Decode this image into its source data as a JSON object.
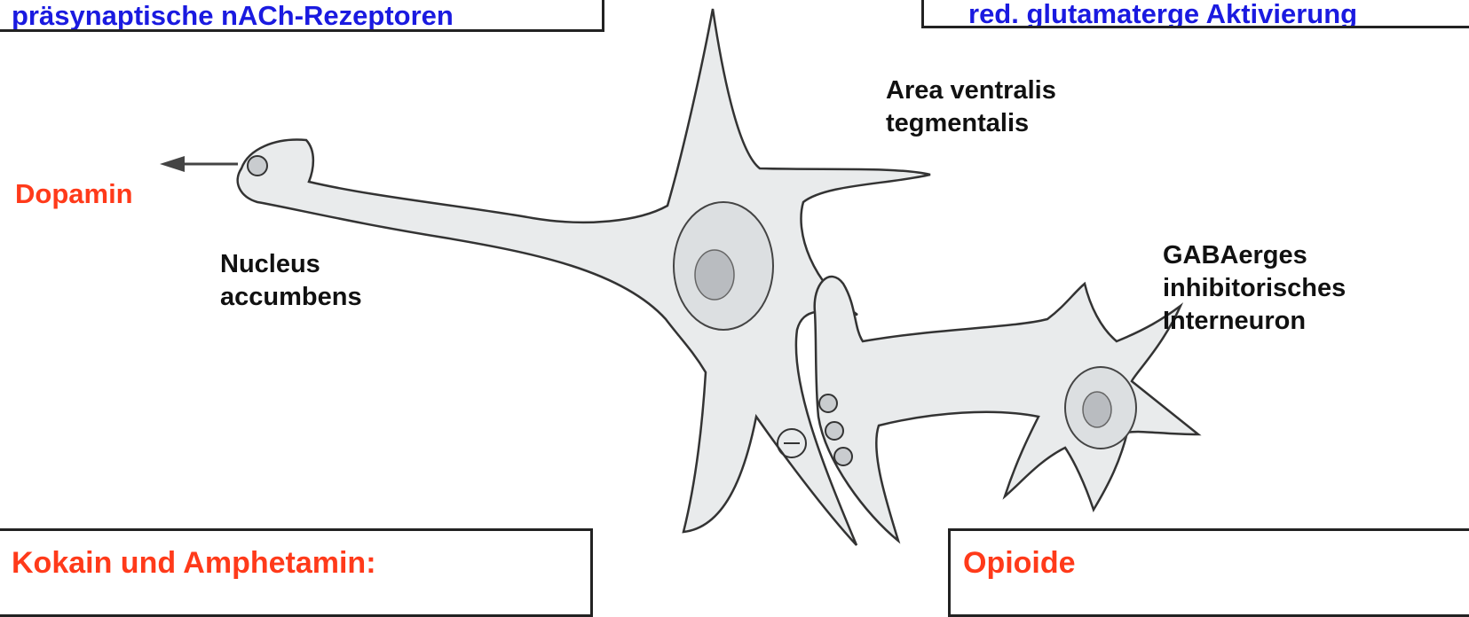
{
  "boxes": {
    "top_left": "präsynaptische nACh-Rezeptoren",
    "top_right": "red. glutamaterge Aktivierung",
    "bottom_left": "Kokain und Amphetamin:",
    "bottom_right": "Opioide"
  },
  "labels": {
    "dopamin": "Dopamin",
    "nucleus_line1": "Nucleus",
    "nucleus_line2": "accumbens",
    "area_line1": "Area ventralis",
    "area_line2": "tegmentalis",
    "gaba_line1": "GABAerges",
    "gaba_line2": "inhibitorisches",
    "gaba_line3": "Interneuron",
    "inhibition_sign": "⊖"
  },
  "colors": {
    "box_text_top": "#1a1ae0",
    "box_text_bottom": "#ff3a1a",
    "neuron_fill": "#e9ebec",
    "nucleus_fill": "#b9bcc0",
    "outline": "#333333"
  },
  "icons": [
    "arrow-left-icon",
    "minus-circle-icon",
    "vesicle-icon"
  ]
}
